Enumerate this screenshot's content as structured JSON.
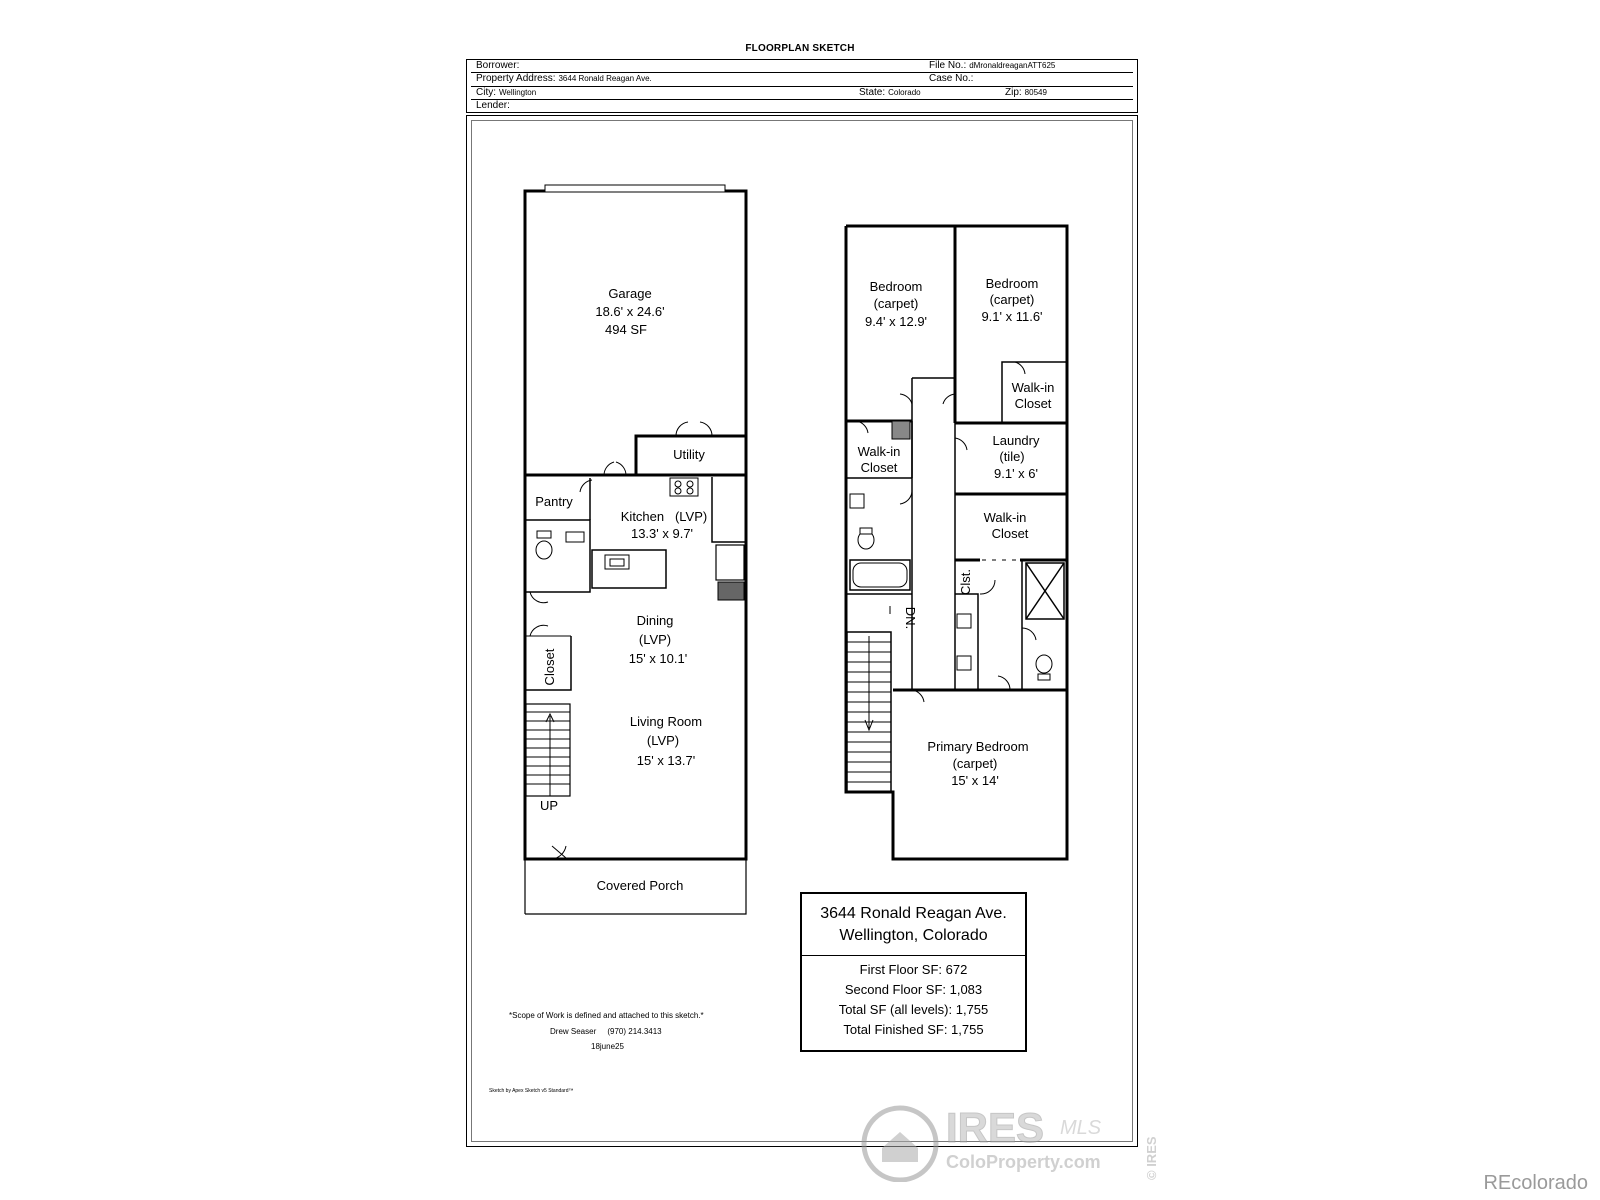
{
  "header": {
    "title": "FLOORPLAN SKETCH",
    "borrower_label": "Borrower:",
    "borrower_value": "",
    "file_no_label": "File No.:",
    "file_no_value": "dMronaldreaganATT625",
    "address_label": "Property Address:",
    "address_value": "3644 Ronald Reagan Ave.",
    "case_no_label": "Case No.:",
    "case_no_value": "",
    "city_label": "City:",
    "city_value": "Wellington",
    "state_label": "State:",
    "state_value": "Colorado",
    "zip_label": "Zip:",
    "zip_value": "80549",
    "lender_label": "Lender:",
    "lender_value": ""
  },
  "first_floor": {
    "garage": {
      "name": "Garage",
      "dims": "18.6' x 24.6'",
      "area": "494 SF"
    },
    "utility": "Utility",
    "pantry": "Pantry",
    "kitchen": {
      "name": "Kitchen   (LVP)",
      "dims": "13.3' x 9.7'"
    },
    "dining": {
      "name": "Dining",
      "floor": "(LVP)",
      "dims": "15' x 10.1'"
    },
    "closet": "Closet",
    "living": {
      "name": "Living Room",
      "floor": "(LVP)",
      "dims": "15' x 13.7'"
    },
    "stairs_up": "UP",
    "porch": "Covered Porch"
  },
  "second_floor": {
    "bedroom1": {
      "name": "Bedroom",
      "floor": "(carpet)",
      "dims": "9.4' x 12.9'"
    },
    "bedroom2": {
      "name": "Bedroom",
      "floor": "(carpet)",
      "dims": "9.1' x 11.6'"
    },
    "walkin1": {
      "line1": "Walk-in",
      "line2": "Closet"
    },
    "walkin2": {
      "line1": "Walk-in",
      "line2": "Closet"
    },
    "walkin3": {
      "line1": "Walk-in",
      "line2": "Closet"
    },
    "laundry": {
      "name": "Laundry",
      "floor": "(tile)",
      "dims": "9.1' x 6'"
    },
    "clst": "Clst.",
    "stairs_down": "DN.",
    "primary": {
      "name": "Primary Bedroom",
      "floor": "(carpet)",
      "dims": "15' x 14'"
    }
  },
  "summary": {
    "address_line1": "3644 Ronald Reagan Ave.",
    "address_line2": "Wellington, Colorado",
    "first_floor": "First Floor SF: 672",
    "second_floor": "Second Floor SF: 1,083",
    "total": "Total SF (all levels): 1,755",
    "total_finished": "Total Finished SF: 1,755"
  },
  "notes": {
    "scope": "*Scope of Work is defined and attached to this sketch.*",
    "contact": "Drew Seaser     (970) 214.3413",
    "date": "18june25",
    "software": "Sketch by Apex Sketch v5 Standard™"
  },
  "watermark": {
    "brand": "IRES",
    "mls": "MLS",
    "site": "ColoProperty.com",
    "side": "© IRES",
    "corner": "REcolorado"
  }
}
